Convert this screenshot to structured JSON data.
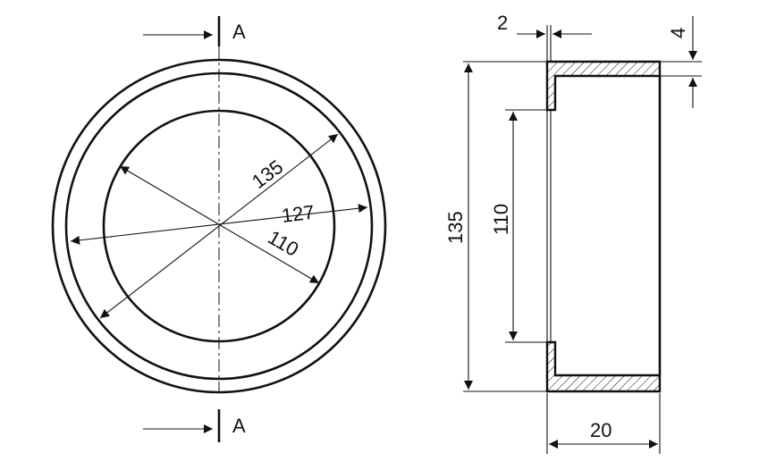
{
  "section_marks": {
    "top": "A",
    "bottom": "A"
  },
  "front_view": {
    "dim_outer": "135",
    "dim_middle": "127",
    "dim_inner": "110"
  },
  "side_view": {
    "dim_height": "135",
    "dim_inner": "110",
    "dim_lip": "2",
    "dim_wall": "4",
    "dim_width": "20"
  }
}
